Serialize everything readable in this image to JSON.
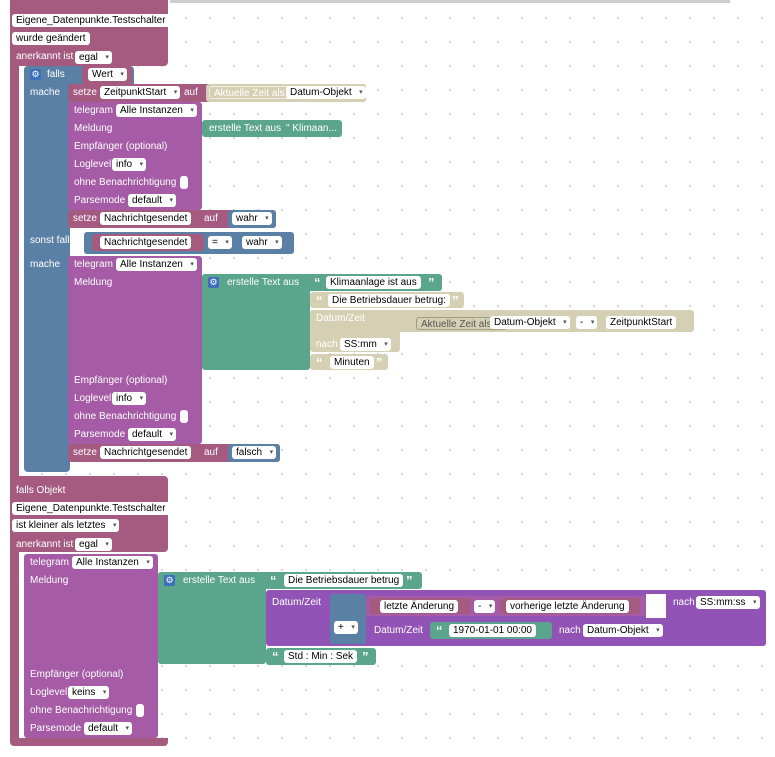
{
  "trigger1": {
    "object": "Eigene_Datenpunkte.Testschalter",
    "changed": "wurde geändert",
    "ack_label": "anerkannt ist",
    "ack_value": "egal"
  },
  "if1": {
    "if_label": "falls",
    "cond": "Wert",
    "do_label": "mache",
    "else_if_label": "sonst falls",
    "do2_label": "mache"
  },
  "set1": {
    "set_label": "setze",
    "var": "ZeitpunktStart",
    "to_label": "auf",
    "ghost": "Aktuelle Zeit als",
    "format": "Datum-Objekt"
  },
  "tele1": {
    "label": "telegram",
    "instance": "Alle Instanzen",
    "message_label": "Meldung",
    "create_text": "erstelle Text aus",
    "text_preview": "\" Klimaan...",
    "recipient_label": "Empfänger (optional)",
    "loglevel_label": "Loglevel",
    "loglevel": "info",
    "no_notify_label": "ohne Benachrichtigung",
    "parsemode_label": "Parsemode",
    "parsemode": "default"
  },
  "set2": {
    "set_label": "setze",
    "var": "Nachrichtgesendet",
    "to_label": "auf",
    "value": "wahr"
  },
  "cond2": {
    "var": "Nachrichtgesendet",
    "op": "=",
    "value": "wahr"
  },
  "tele2": {
    "label": "telegram",
    "instance": "Alle Instanzen",
    "message_label": "Meldung",
    "create_text": "erstelle Text aus",
    "str1": "Klimaanlage ist aus",
    "str2": "Die Betriebsdauer betrug:",
    "datetime_label": "Datum/Zeit",
    "now_ghost": "Aktuelle Zeit als",
    "now_format": "Datum-Objekt",
    "minus": "-",
    "start_var": "ZeitpunktStart",
    "to_label": "nach",
    "to_format": "SS:mm",
    "str3": "Minuten",
    "recipient_label": "Empfänger (optional)",
    "loglevel_label": "Loglevel",
    "loglevel": "info",
    "no_notify_label": "ohne Benachrichtigung",
    "parsemode_label": "Parsemode",
    "parsemode": "default"
  },
  "set3": {
    "set_label": "setze",
    "var": "Nachrichtgesendet",
    "to_label": "auf",
    "value": "falsch"
  },
  "trigger2": {
    "header": "falls Objekt",
    "object": "Eigene_Datenpunkte.Testschalter",
    "condition": "ist kleiner als letztes",
    "ack_label": "anerkannt ist",
    "ack_value": "egal"
  },
  "tele3": {
    "label": "telegram",
    "instance": "Alle Instanzen",
    "message_label": "Meldung",
    "create_text": "erstelle Text aus",
    "str1": "Die Betriebsdauer betrug",
    "datetime_label": "Datum/Zeit",
    "last_change": "letzte Änderung",
    "minus": "-",
    "prev_change": "vorherige letzte Änderung",
    "plus": "+",
    "datetime2_label": "Datum/Zeit",
    "epoch": "1970-01-01 00:00",
    "to_label2": "nach",
    "to_format2": "Datum-Objekt",
    "to_label": "nach",
    "to_format": "SS:mm:ss",
    "str2": "Std : Min : Sek",
    "recipient_label": "Empfänger (optional)",
    "loglevel_label": "Loglevel",
    "loglevel": "keins",
    "no_notify_label": "ohne Benachrichtigung",
    "parsemode_label": "Parsemode",
    "parsemode": "default"
  },
  "icons": {
    "dropdown": "▾",
    "gear": "⚙",
    "quote_open": "“",
    "quote_close": "”"
  },
  "colors": {
    "event": "#a55b80",
    "logic": "#5b80a5",
    "telegram": "#a55ba5",
    "text": "#5ba58c",
    "time": "#d5d0b4",
    "datetime": "#9253b6"
  }
}
